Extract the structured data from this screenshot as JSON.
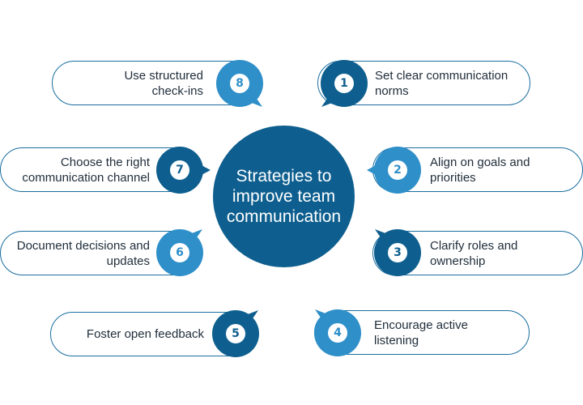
{
  "diagram": {
    "center_title": "Strategies to\nimprove team\ncommunication",
    "colors": {
      "dark": "#0e5f8f",
      "light": "#2e8fc9",
      "outline": "#1a6ea0",
      "text": "#1f2d3a"
    },
    "items": [
      {
        "number": "1",
        "label": "Set clear communication\nnorms",
        "tone": "dark"
      },
      {
        "number": "2",
        "label": "Align on goals and\npriorities",
        "tone": "light"
      },
      {
        "number": "3",
        "label": "Clarify roles and\nownership",
        "tone": "dark"
      },
      {
        "number": "4",
        "label": "Encourage active\nlistening",
        "tone": "light"
      },
      {
        "number": "5",
        "label": "Foster open feedback",
        "tone": "dark"
      },
      {
        "number": "6",
        "label": "Document decisions and\nupdates",
        "tone": "light"
      },
      {
        "number": "7",
        "label": "Choose the right\ncommunication channel",
        "tone": "dark"
      },
      {
        "number": "8",
        "label": "Use structured\ncheck-ins",
        "tone": "light"
      }
    ]
  }
}
